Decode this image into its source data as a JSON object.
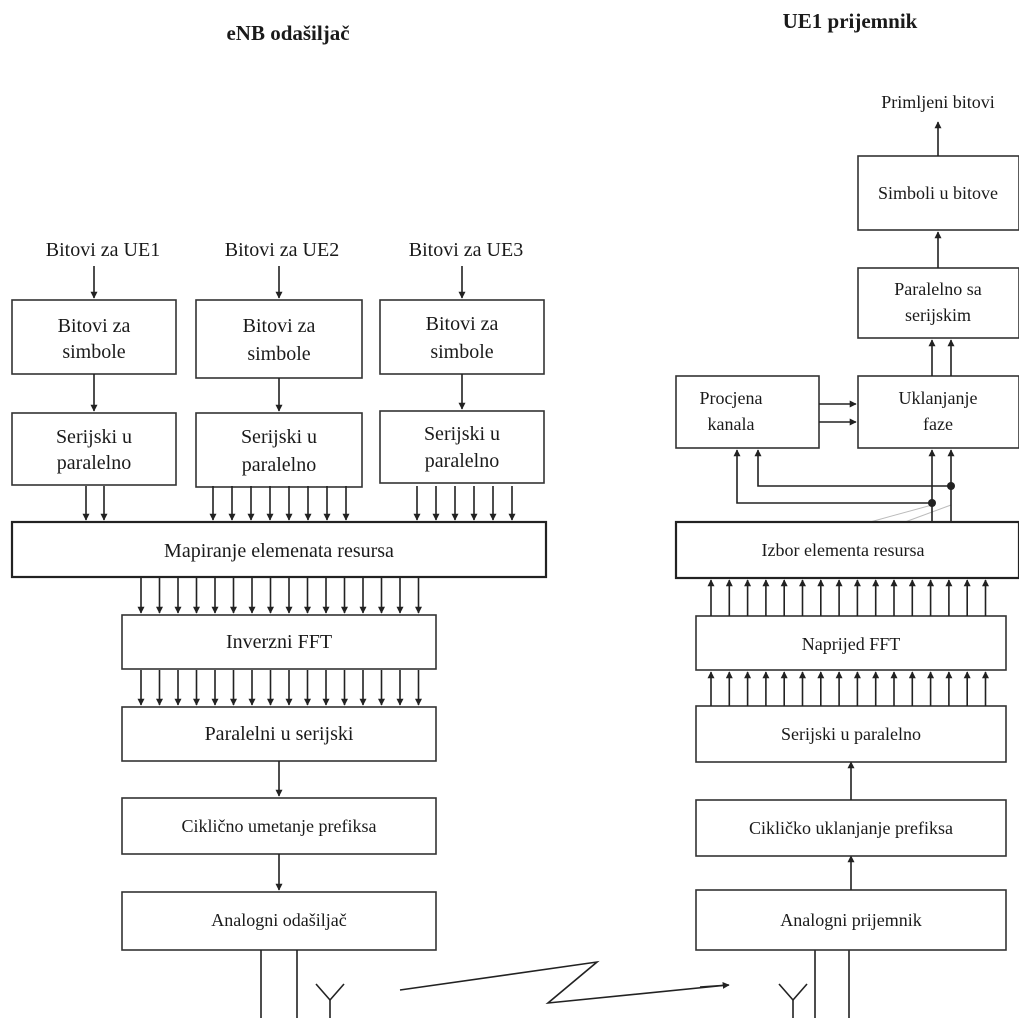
{
  "titles": {
    "transmitter": "eNB odašiljač",
    "receiver": "UE1 prijemnik"
  },
  "transmitter": {
    "inputs": [
      "Bitovi za UE1",
      "Bitovi za UE2",
      "Bitovi za UE3"
    ],
    "bits_to_symbols": [
      "Bitovi za",
      "simbole"
    ],
    "serial_to_parallel": [
      "Serijski u",
      "paralelno"
    ],
    "mapping": "Mapiranje elemenata resursa",
    "ifft": "Inverzni FFT",
    "parallel_to_serial": "Paralelni u serijski",
    "cp_insertion": "Ciklično umetanje prefiksa",
    "analog_tx": "Analogni odašiljač"
  },
  "receiver": {
    "output": "Primljeni bitovi",
    "symbols_to_bits": "Simboli u bitove",
    "parallel_to_serial": [
      "Paralelno sa",
      "serijskim"
    ],
    "channel_estimation": [
      "Procjena",
      "kanala"
    ],
    "phase_removal": [
      "Uklanjanje",
      "faze"
    ],
    "re_selection": "Izbor elementa resursa",
    "fft": "Naprijed FFT",
    "serial_to_parallel": "Serijski u paralelno",
    "cp_removal": "Cikličko uklanjanje prefiksa",
    "analog_rx": "Analogni prijemnik"
  }
}
